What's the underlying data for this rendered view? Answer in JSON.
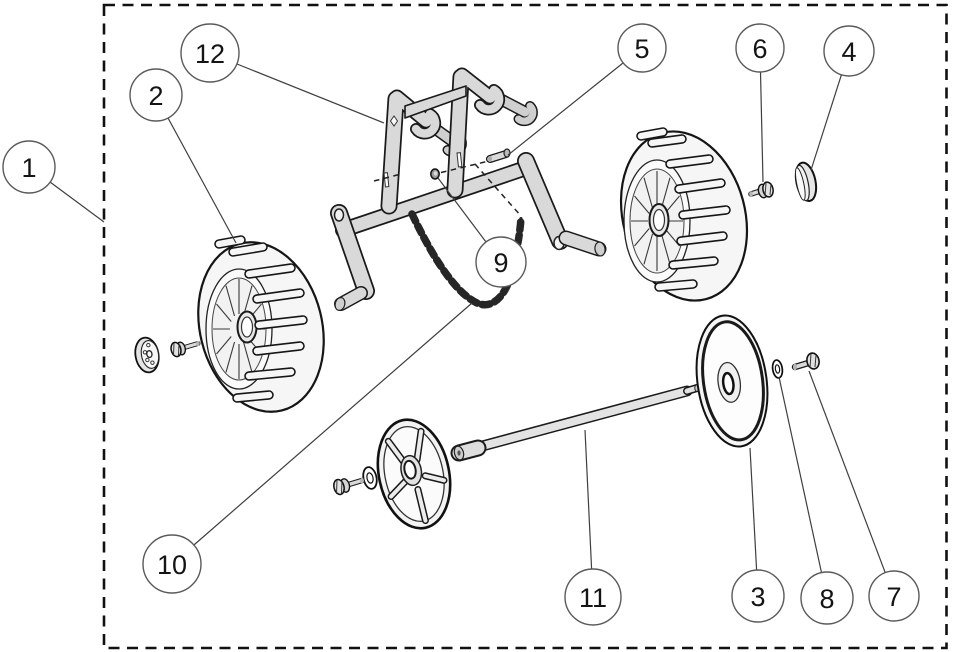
{
  "figure": {
    "type": "exploded-parts-diagram",
    "background": "#ffffff",
    "border_style": "dashed"
  },
  "style": {
    "outline_color": "#1a1a1a",
    "metal_fill": "#d9d9d9",
    "light_fill": "#f6f6f6",
    "leader_color": "#3f3f3f",
    "callout_fill": "#ffffff",
    "callout_stroke": "#5a5a5a",
    "number_color": "#141414",
    "border_color": "#111111",
    "chain_color": "#262626"
  },
  "callouts": [
    {
      "label": "1"
    },
    {
      "label": "2"
    },
    {
      "label": "3"
    },
    {
      "label": "4"
    },
    {
      "label": "5"
    },
    {
      "label": "6"
    },
    {
      "label": "7"
    },
    {
      "label": "8"
    },
    {
      "label": "9"
    },
    {
      "label": "10"
    },
    {
      "label": "11"
    },
    {
      "label": "12"
    }
  ],
  "parts": [
    "left-balloon-wheel",
    "right-balloon-wheel",
    "frame-bracket-with-hooks",
    "crossbar-tube",
    "lock-pin",
    "set-screw",
    "chain",
    "axle-shaft",
    "spoked-wheel",
    "disc-wheel",
    "washer",
    "flange-bolt",
    "hex-bolt",
    "end-cap",
    "hub-plate"
  ]
}
